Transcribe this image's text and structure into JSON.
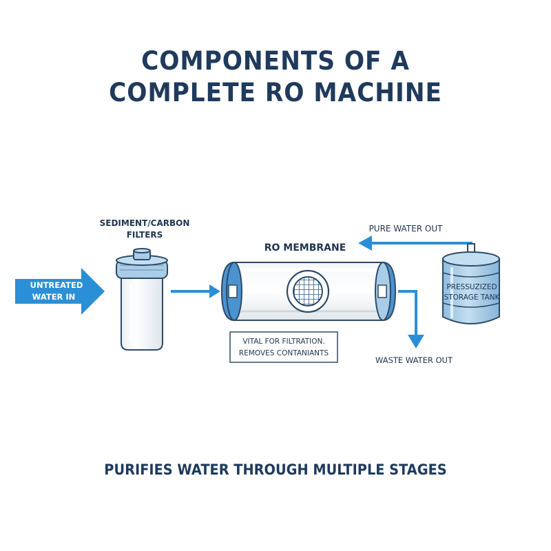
{
  "title": {
    "line1": "COMPONENTS OF A",
    "line2": "COMPLETE RO MACHINE"
  },
  "inlet": {
    "line1": "UNTREATED",
    "line2": "WATER IN"
  },
  "filter": {
    "line1": "SEDIMENT/CARBON",
    "line2": "FILTERS"
  },
  "membrane": {
    "label": "RO MEMBRANE",
    "note_line1": "VITAL FOR FILTRATION.",
    "note_line2": "REMOVES CONTANIANTS"
  },
  "outputs": {
    "pure": "PURE WATER OUT",
    "waste": "WASTE WATER OUT"
  },
  "tank": {
    "line1": "PRESSUZIZED",
    "line2": "STORAGE TANK"
  },
  "footer": "PURIFIES WATER THROUGH MULTIPLE STAGES",
  "colors": {
    "arrow_blue": "#2b8fd6",
    "title_navy": "#1f3a5c",
    "tank_blue": "#a9cde8",
    "membrane_cap": "#4b93cf"
  }
}
